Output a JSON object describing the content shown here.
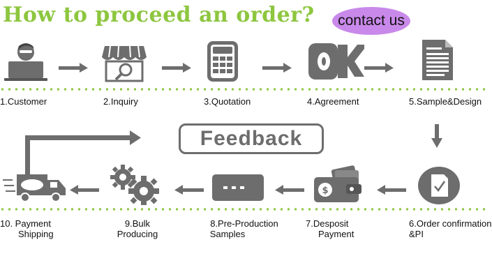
{
  "header": {
    "title": "How to proceed an order?",
    "contact_label": "contact us"
  },
  "feedback_label": "Feedback",
  "steps": [
    {
      "label": "1.Customer",
      "icon": "customer-laptop-icon"
    },
    {
      "label": "2.Inquiry",
      "icon": "shop-search-icon"
    },
    {
      "label": "3.Quotation",
      "icon": "calculator-icon"
    },
    {
      "label": "4.Agreement",
      "icon": "ok-hand-icon"
    },
    {
      "label": "5.Sample&Design",
      "icon": "document-icon"
    },
    {
      "label": "6.Order confirmation",
      "label2": "&PI",
      "icon": "order-check-icon"
    },
    {
      "label": "7.Desposit",
      "label2": "Payment",
      "icon": "wallet-icon"
    },
    {
      "label": "8.Pre-Production",
      "label2": "Samples",
      "icon": "card-icon"
    },
    {
      "label": "9.Bulk",
      "label2": "Producing",
      "icon": "gears-icon"
    },
    {
      "label": "10. Payment",
      "label2": "Shipping",
      "icon": "shipping-truck-icon"
    }
  ],
  "colors": {
    "title": "#8dc63f",
    "icon": "#6d6d6d",
    "dots": "#8dc63f",
    "contact_bg": "#c989ea"
  }
}
